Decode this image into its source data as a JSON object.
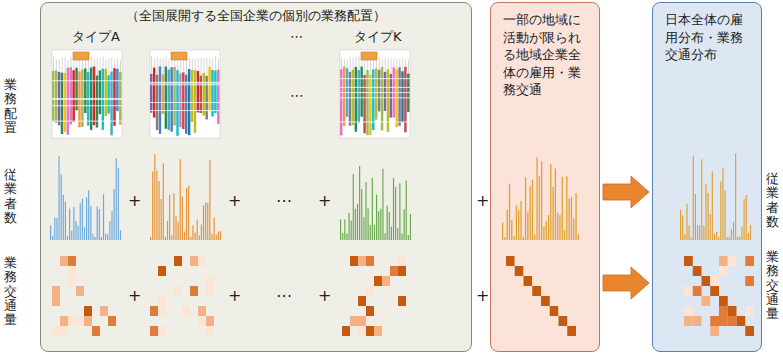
{
  "diagram": {
    "nodes": [
      {
        "text": [
          "（全国展開する全国企業の個別の業務配置）"
        ]
      },
      {
        "text": [
          "一部の地域に活動が限られる地域企業全体の雇用・業務交通"
        ]
      },
      {
        "text": [
          "日本全体の雇用分布・業務交通分布"
        ]
      }
    ],
    "edges": [
      {
        "from": 1,
        "to": 2,
        "arrow": "to"
      },
      {
        "from": 1,
        "to": 2,
        "arrow": "to"
      }
    ],
    "labels": [
      "業務配置",
      "従業者数",
      "業務交通量",
      "タイプA",
      "⋯",
      "タイプK",
      "⋯",
      "+",
      "+",
      "⋯",
      "+",
      "+",
      "+",
      "+",
      "⋯",
      "+",
      "+",
      "従業者数",
      "業務交通量"
    ]
  }
}
